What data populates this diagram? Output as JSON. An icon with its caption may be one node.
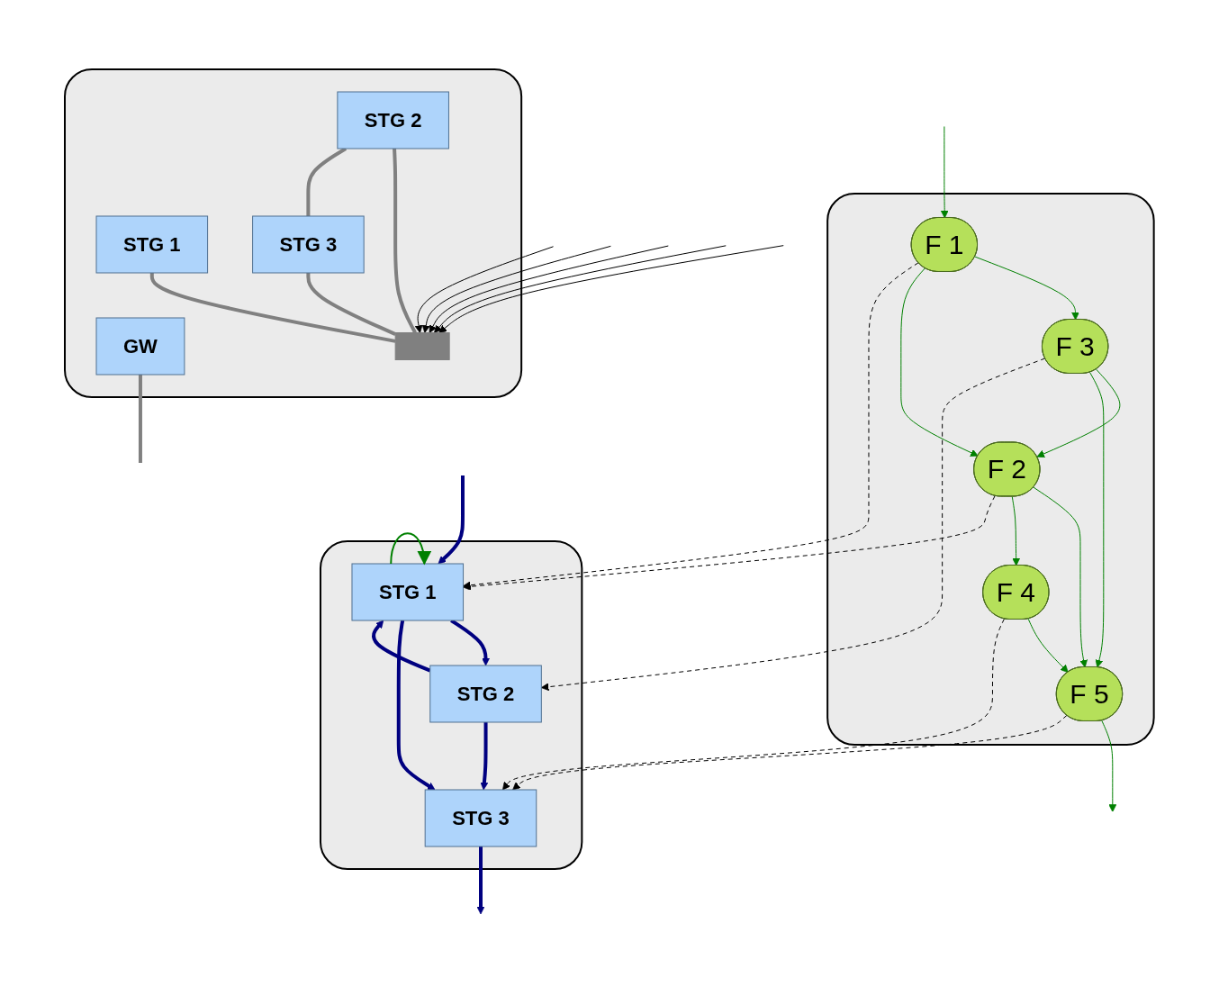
{
  "diagram": {
    "nodes": [
      {
        "text": [],
        "shape": "box"
      },
      {
        "text": [
          "F 1"
        ],
        "in": 0
      },
      {
        "text": [
          "F 3"
        ],
        "in": 0
      },
      {
        "text": [
          "F 5"
        ],
        "in": 0
      },
      {
        "text": [
          "F 2"
        ],
        "in": 0
      },
      {
        "text": [
          "F 4"
        ],
        "in": 0
      },
      {
        "text": [],
        "shape": "box"
      },
      {
        "text": [
          "STG 1"
        ],
        "in": 6
      },
      {
        "text": [
          "STG 2"
        ],
        "in": 6
      },
      {
        "text": [
          "STG 3"
        ],
        "in": 6
      },
      {
        "text": [],
        "shape": "box"
      },
      {
        "text": [
          "STG 1"
        ],
        "in": 10
      },
      {
        "text": [
          "STG 2"
        ],
        "in": 10
      },
      {
        "text": [
          "STG 3"
        ],
        "in": 10
      },
      {
        "text": [
          "GW"
        ],
        "in": 10
      },
      {
        "text": [],
        "shape": "bar",
        "in": 10
      }
    ],
    "edges": [
      {
        "from": null,
        "to": 1,
        "arrow": "to",
        "color": "#008000"
      },
      {
        "from": 1,
        "to": 2,
        "arrow": "to",
        "color": "#008000"
      },
      {
        "from": 1,
        "to": 4,
        "arrow": "to",
        "color": "#008000"
      },
      {
        "from": 2,
        "to": 4,
        "arrow": "to",
        "color": "#008000"
      },
      {
        "from": 2,
        "to": 3,
        "arrow": "to",
        "color": "#008000"
      },
      {
        "from": 4,
        "to": 3,
        "arrow": "to",
        "color": "#008000"
      },
      {
        "from": 4,
        "to": 5,
        "arrow": "to",
        "color": "#008000"
      },
      {
        "from": 5,
        "to": 3,
        "arrow": "to",
        "color": "#008000"
      },
      {
        "from": 3,
        "to": null,
        "arrow": "to",
        "color": "#008000"
      },
      {
        "from": null,
        "to": 7,
        "arrow": "to",
        "style": "thick",
        "color": "#000080"
      },
      {
        "from": 7,
        "to": 8,
        "arrow": "to",
        "style": "thick",
        "color": "#000080"
      },
      {
        "from": 8,
        "to": 7,
        "arrow": "to",
        "style": "thick",
        "color": "#000080"
      },
      {
        "from": 8,
        "to": 9,
        "arrow": "to",
        "style": "thick",
        "color": "#000080"
      },
      {
        "from": 9,
        "to": null,
        "arrow": "to",
        "style": "thick",
        "color": "#000080"
      },
      {
        "from": 7,
        "to": 9,
        "arrow": "to",
        "style": "thick",
        "color": "#000080"
      },
      {
        "from": 7,
        "to": 7,
        "arrow": "to",
        "color": "#008000"
      },
      {
        "from": 1,
        "to": 7,
        "arrow": "to",
        "style": "dashed",
        "color": "#000000"
      },
      {
        "from": 4,
        "to": 7,
        "arrow": "to",
        "style": "dashed",
        "color": "#000000"
      },
      {
        "from": 2,
        "to": 8,
        "arrow": "to",
        "style": "dashed",
        "color": "#000000"
      },
      {
        "from": 5,
        "to": 9,
        "arrow": "to",
        "style": "dashed",
        "color": "#000000"
      },
      {
        "from": 3,
        "to": 9,
        "arrow": "to",
        "style": "dashed",
        "color": "#000000"
      },
      {
        "from": null,
        "to": 15,
        "arrow": "to",
        "color": "#000000"
      },
      {
        "from": null,
        "to": 15,
        "arrow": "to",
        "color": "#000000"
      },
      {
        "from": null,
        "to": 15,
        "arrow": "to",
        "color": "#000000"
      },
      {
        "from": null,
        "to": 15,
        "arrow": "to",
        "color": "#000000"
      },
      {
        "from": null,
        "to": 15,
        "arrow": "to",
        "color": "#000000"
      },
      {
        "from": 11,
        "to": 15,
        "arrow": "none",
        "style": "thick",
        "color": "#808080"
      },
      {
        "from": 12,
        "to": 15,
        "arrow": "none",
        "style": "thick",
        "color": "#808080"
      },
      {
        "from": 13,
        "to": 15,
        "arrow": "none",
        "style": "thick",
        "color": "#808080"
      },
      {
        "from": 12,
        "to": 13,
        "arrow": "none",
        "style": "thick",
        "color": "#808080"
      },
      {
        "from": 14,
        "to": null,
        "arrow": "none",
        "style": "thick",
        "color": "#808080"
      }
    ]
  }
}
